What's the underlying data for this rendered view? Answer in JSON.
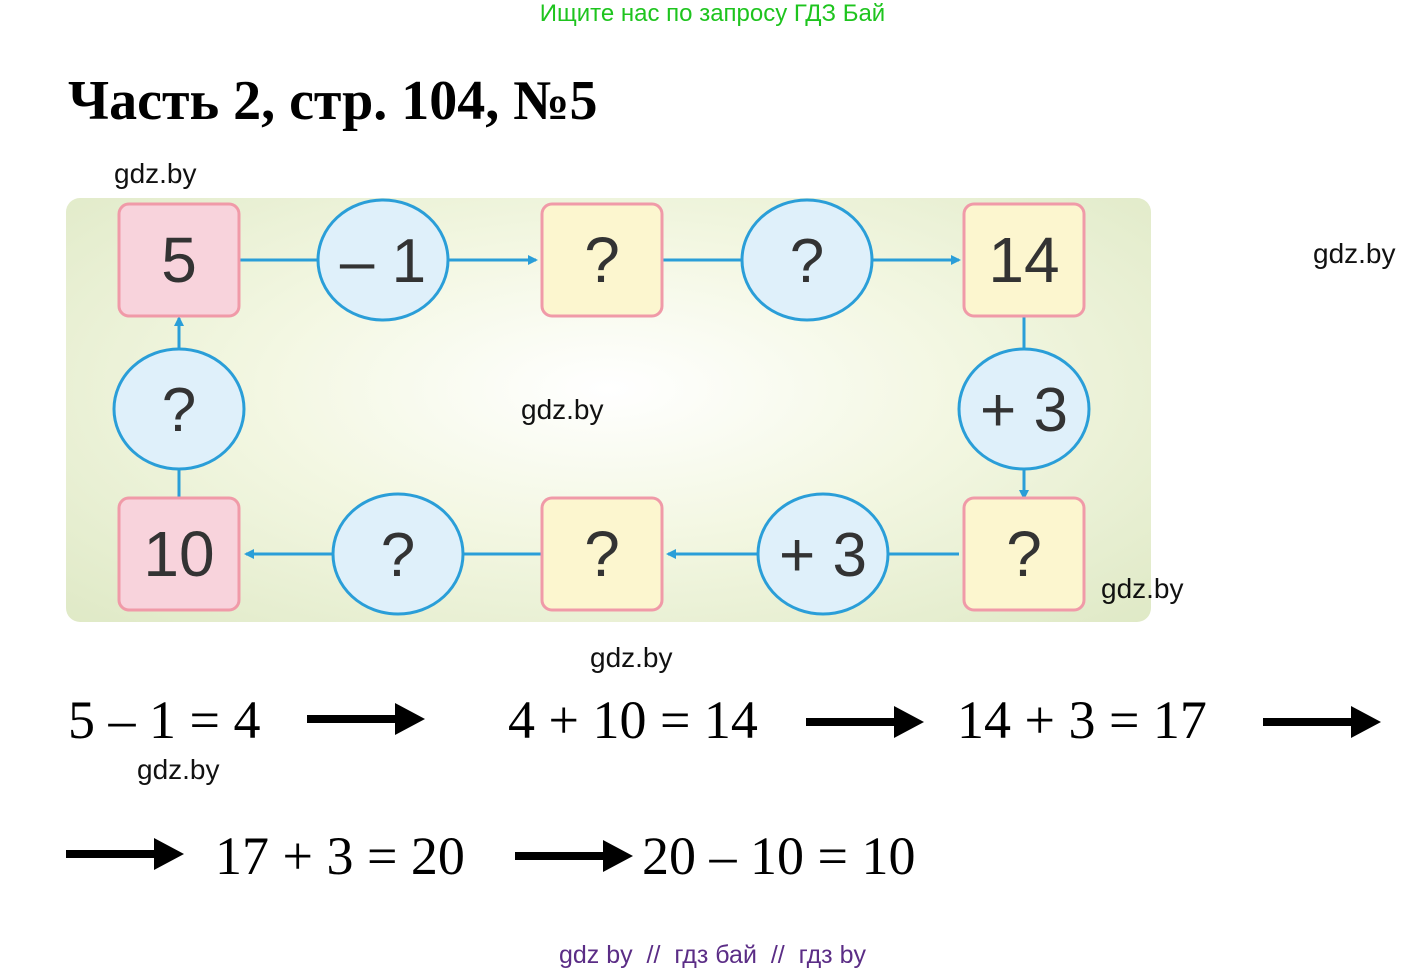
{
  "banner": "Ищите нас по запросу ГДЗ Бай",
  "title": "Часть 2, стр. 104, №5",
  "watermark": "gdz.by",
  "diagram": {
    "squares": [
      {
        "id": "top-start",
        "text": "5",
        "color": "#f8d3dc"
      },
      {
        "id": "top-middle",
        "text": "?",
        "color": "#fcf6cf"
      },
      {
        "id": "top-right",
        "text": "14",
        "color": "#fcf6cf"
      },
      {
        "id": "bottom-right",
        "text": "?",
        "color": "#fcf6cf"
      },
      {
        "id": "bottom-middle",
        "text": "?",
        "color": "#fcf6cf"
      },
      {
        "id": "bottom-left",
        "text": "10",
        "color": "#f8d3dc"
      }
    ],
    "ovals": [
      {
        "id": "op-top-1",
        "text": "– 1"
      },
      {
        "id": "op-top-2",
        "text": "?"
      },
      {
        "id": "op-right",
        "text": "+ 3"
      },
      {
        "id": "op-bottom-1",
        "text": "+ 3"
      },
      {
        "id": "op-bottom-2",
        "text": "?"
      },
      {
        "id": "op-left",
        "text": "?"
      }
    ],
    "colors": {
      "square_border": "#f09aa8",
      "oval_fill": "#dff0fa",
      "oval_border": "#2a9ed8",
      "connector": "#2a9ed8"
    }
  },
  "equations": {
    "eq1": "5 – 1 = 4",
    "eq2": "4 + 10 = 14",
    "eq3": "14 + 3 = 17",
    "eq4": "17 + 3 = 20",
    "eq5": "20 – 10 = 10"
  },
  "footer": "gdz by  //  гдз бай  //  гдз by"
}
